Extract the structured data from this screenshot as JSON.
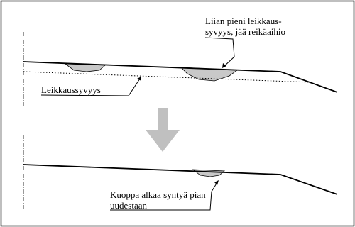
{
  "labels": {
    "top_note_line1": "Liian pieni leikkaus-",
    "top_note_line2": "syvyys, jää reikäaihio",
    "depth_label": "Leikkaussyvyys",
    "bottom_note_line1": "Kuoppa alkaa syntyä pian",
    "bottom_note_line2": "uudestaan"
  },
  "colors": {
    "stroke": "#000000",
    "fill_patch": "#c8c8c8",
    "arrow": "#c0c0c0",
    "background": "#ffffff"
  }
}
